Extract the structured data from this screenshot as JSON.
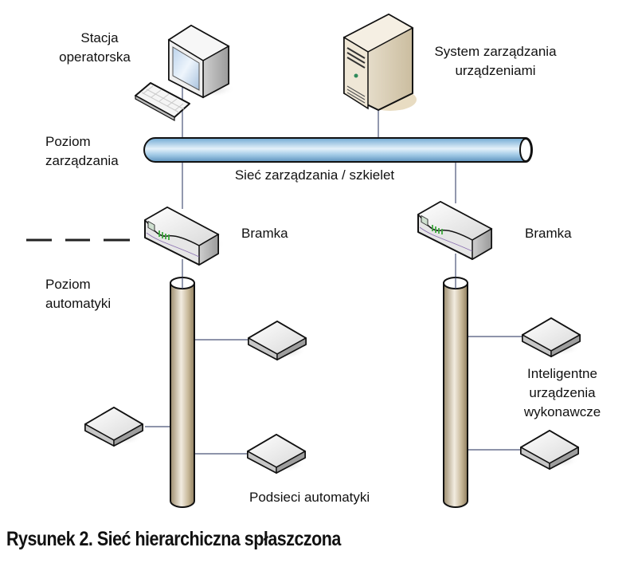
{
  "figure": {
    "caption": "Rysunek 2. Sieć hierarchiczna spłaszczona"
  },
  "labels": {
    "operator_station": [
      "Stacja",
      "operatorska"
    ],
    "device_mgmt_system": [
      "System zarządzania",
      "urządzeniami"
    ],
    "management_level": [
      "Poziom",
      "zarządzania"
    ],
    "backbone": "Sieć zarządzania / szkielet",
    "gateway_left": "Bramka",
    "gateway_right": "Bramka",
    "automation_level": [
      "Poziom",
      "automatyki"
    ],
    "smart_devices": [
      "Inteligentne",
      "urządzenia",
      "wykonawcze"
    ],
    "automation_subnets": "Podsieci automatyki"
  },
  "nodes": [
    {
      "id": "operator-station",
      "icon": "workstation-icon"
    },
    {
      "id": "device-management-server",
      "icon": "server-tower-icon"
    },
    {
      "id": "gateway-left",
      "icon": "gateway-icon"
    },
    {
      "id": "gateway-right",
      "icon": "gateway-icon"
    },
    {
      "id": "device-left-1",
      "icon": "field-device-icon"
    },
    {
      "id": "device-left-2",
      "icon": "field-device-icon"
    },
    {
      "id": "device-left-3",
      "icon": "field-device-icon"
    },
    {
      "id": "device-right-1",
      "icon": "field-device-icon"
    },
    {
      "id": "device-right-2",
      "icon": "field-device-icon"
    }
  ],
  "colors": {
    "backbone_pipe": "#8ec3e6",
    "subnet_pipe": "#c9b99a",
    "connector": "#4a5378",
    "gateway_leds": "#3ca83c",
    "server_body": "#e9e0cc"
  }
}
